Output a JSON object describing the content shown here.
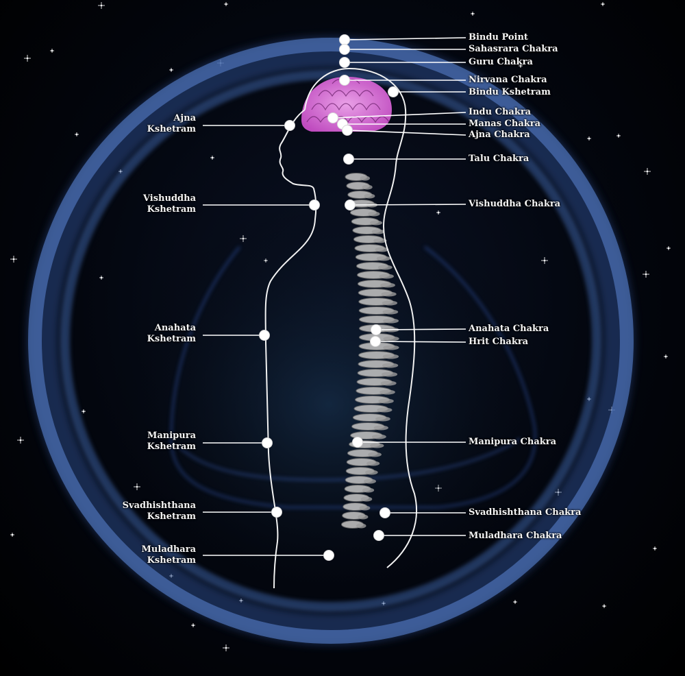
{
  "colors": {
    "background": "#000000",
    "halo": "#3a5c9c",
    "figure_line": "#f2f2f2",
    "brain": "#e070e0",
    "spine": "#cfcfcf",
    "star": "#ffffff"
  },
  "chakras": [
    {
      "label": "Bindu Point"
    },
    {
      "label": "Sahasrara Chakra"
    },
    {
      "label": "Guru Chakra"
    },
    {
      "label": "Nirvana Chakra"
    },
    {
      "label": "Bindu Kshetram"
    },
    {
      "label": "Indu Chakra"
    },
    {
      "label": "Manas Chakra"
    },
    {
      "label": "Ajna Chakra"
    },
    {
      "label": "Talu Chakra"
    },
    {
      "label": "Vishuddha Chakra"
    },
    {
      "label": "Anahata Chakra"
    },
    {
      "label": "Hrit Chakra"
    },
    {
      "label": "Manipura Chakra"
    },
    {
      "label": "Svadhishthana Chakra"
    },
    {
      "label": "Muladhara Chakra"
    }
  ],
  "kshetrams": [
    {
      "line1": "Ajna",
      "line2": "Kshetram"
    },
    {
      "line1": "Vishuddha",
      "line2": "Kshetram"
    },
    {
      "line1": "Anahata",
      "line2": "Kshetram"
    },
    {
      "line1": "Manipura",
      "line2": "Kshetram"
    },
    {
      "line1": "Svadhishthana",
      "line2": "Kshetram"
    },
    {
      "line1": "Muladhara",
      "line2": "Kshetram"
    }
  ]
}
